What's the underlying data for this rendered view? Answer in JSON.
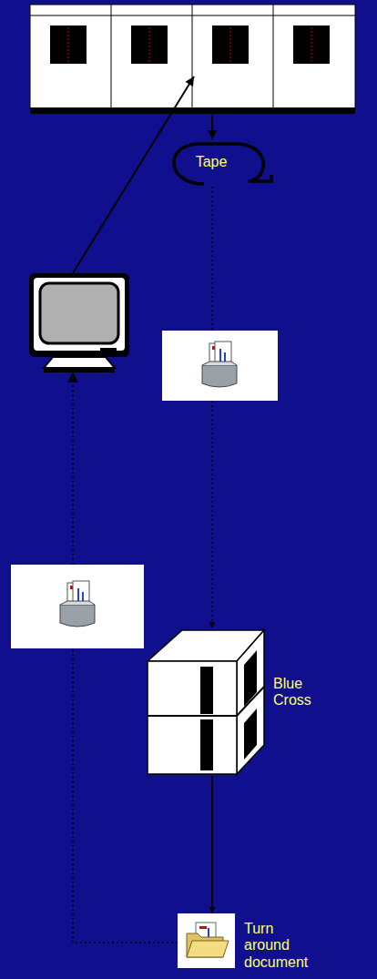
{
  "diagram": {
    "nodes": [
      {
        "text": [
          "Tape"
        ]
      },
      {
        "text": [
          "Blue Cross"
        ]
      },
      {
        "text": [
          "Turn around document"
        ]
      }
    ],
    "edges": [
      {
        "from": 0,
        "to": 1,
        "arrow": "to"
      },
      {
        "from": 1,
        "to": 2,
        "arrow": "to"
      }
    ]
  }
}
